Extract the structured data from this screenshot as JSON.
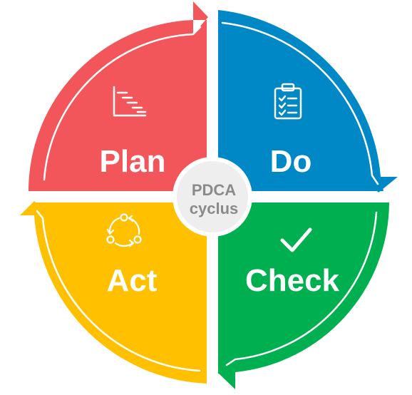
{
  "center": {
    "line1": "PDCA",
    "line2": "cyclus",
    "text_color": "#8a8a8a",
    "fill_color": "#eeeeee"
  },
  "quadrants": [
    {
      "id": "plan",
      "label": "Plan",
      "icon": "gantt-chart-icon",
      "color": "#f2555a"
    },
    {
      "id": "do",
      "label": "Do",
      "icon": "clipboard-checklist-icon",
      "color": "#0088c6"
    },
    {
      "id": "check",
      "label": "Check",
      "icon": "checkmark-icon",
      "color": "#00b050"
    },
    {
      "id": "act",
      "label": "Act",
      "icon": "cycle-arrows-icon",
      "color": "#ffc000"
    }
  ]
}
